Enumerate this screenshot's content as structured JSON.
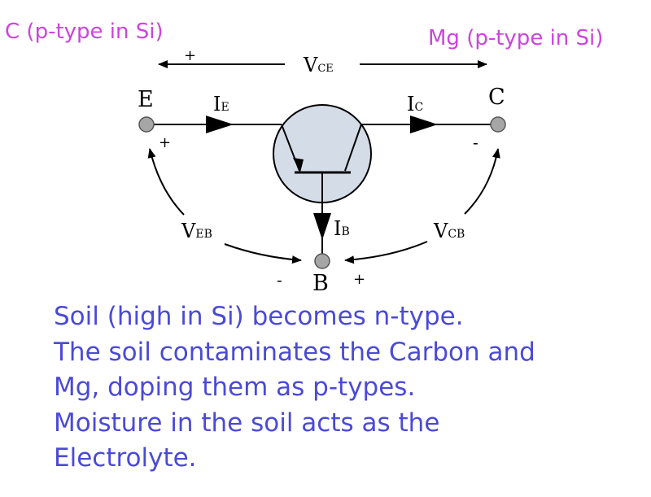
{
  "labels": {
    "left_material": "C (p-type in Si)",
    "right_material": "Mg (p-type in Si)"
  },
  "terminals": {
    "emitter": "E",
    "collector": "C",
    "base": "B"
  },
  "currents": {
    "ie_main": "I",
    "ie_sub": "E",
    "ic_main": "I",
    "ic_sub": "C",
    "ib_main": "I",
    "ib_sub": "B"
  },
  "voltages": {
    "vce_main": "V",
    "vce_sub": "CE",
    "veb_main": "V",
    "veb_sub": "EB",
    "vcb_main": "V",
    "vcb_sub": "CB"
  },
  "polarity": {
    "vce_plus": "+",
    "emitter_plus": "+",
    "collector_minus": "-",
    "base_minus": "-",
    "base_plus": "+"
  },
  "caption_lines": [
    "Soil (high in Si) becomes n-type.",
    "The soil contaminates the Carbon and",
    "Mg, doping them as p-types.",
    "Moisture in the soil acts as the",
    "Electrolyte."
  ],
  "colors": {
    "material_label": "#cc44dd",
    "caption": "#4a4ad8",
    "transistor_fill": "#d4dce8",
    "terminal_fill": "#a6a6a6"
  }
}
